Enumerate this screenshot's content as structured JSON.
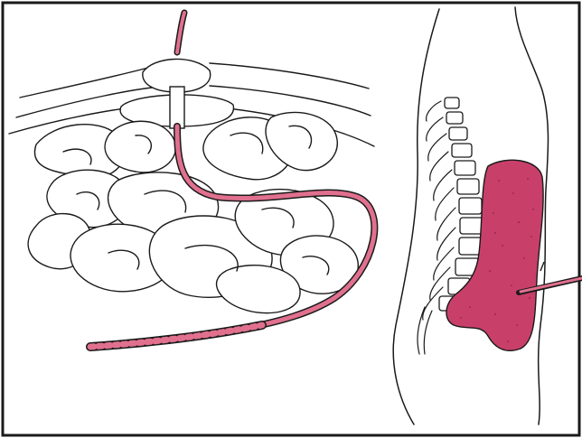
{
  "figure": {
    "frame_color": "#1a1a1a",
    "line_color": "#1a1a1a",
    "catheter_color": "#e0708e",
    "catheter_dark": "#1a1a1a",
    "fluid_color": "#c8406a"
  },
  "panels": [
    {
      "id": "left",
      "depicts": "abdominal-wall-cross-section-with-peritoneal-catheter-among-bowel-loops"
    },
    {
      "id": "right",
      "depicts": "sagittal-torso-with-spine-peritoneal-fluid-and-inserted-needle"
    }
  ]
}
